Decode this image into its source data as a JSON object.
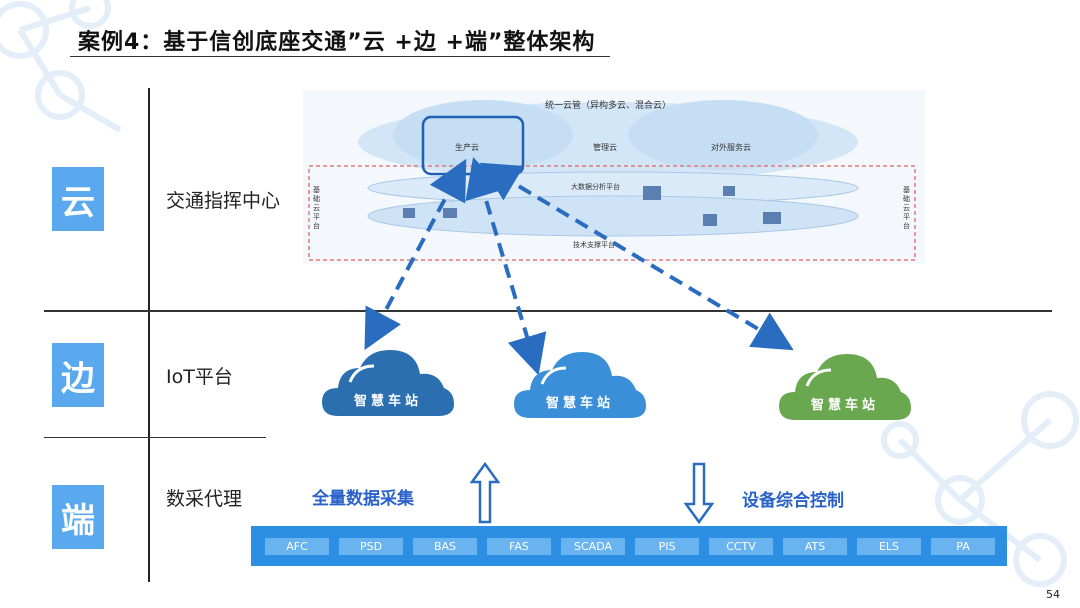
{
  "title": "案例4：基于信创底座交通”云 +边 +端”整体架构",
  "rows": [
    {
      "tag": "云",
      "label": "交通指挥中心"
    },
    {
      "tag": "边",
      "label": "IoT平台"
    },
    {
      "tag": "端",
      "label": "数采代理"
    }
  ],
  "architecture": {
    "top_label": "统一云管（异构多云、混合云）",
    "clouds": [
      "生产云",
      "管理云",
      "对外服务云"
    ],
    "band1": "大数据分析平台",
    "band2": "技术支撑平台",
    "side_left": "基础云平台",
    "side_right": "基础云平台"
  },
  "edge_clouds": [
    {
      "label": "智慧车站",
      "color": "#2b6fb0"
    },
    {
      "label": "智慧车站",
      "color": "#3a8fd8"
    },
    {
      "label": "智慧车站",
      "color": "#6aa84f"
    }
  ],
  "features": {
    "collect": "全量数据采集",
    "control": "设备综合控制"
  },
  "bus_items": [
    "AFC",
    "PSD",
    "BAS",
    "FAS",
    "SCADA",
    "PIS",
    "CCTV",
    "ATS",
    "ELS",
    "PA"
  ],
  "page_number": "54",
  "colors": {
    "accent_blue": "#2c8fe4",
    "tag_blue": "#5aa9ee",
    "arrow_blue": "#2a6cc0"
  }
}
